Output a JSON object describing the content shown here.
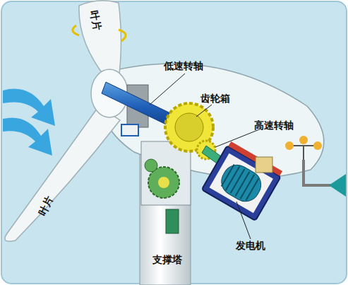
{
  "diagram": {
    "labels": [
      "叶片",
      "低速转轴",
      "齿轮箱",
      "高速转轴",
      "叶片",
      "发电机",
      "支撑塔"
    ]
  }
}
